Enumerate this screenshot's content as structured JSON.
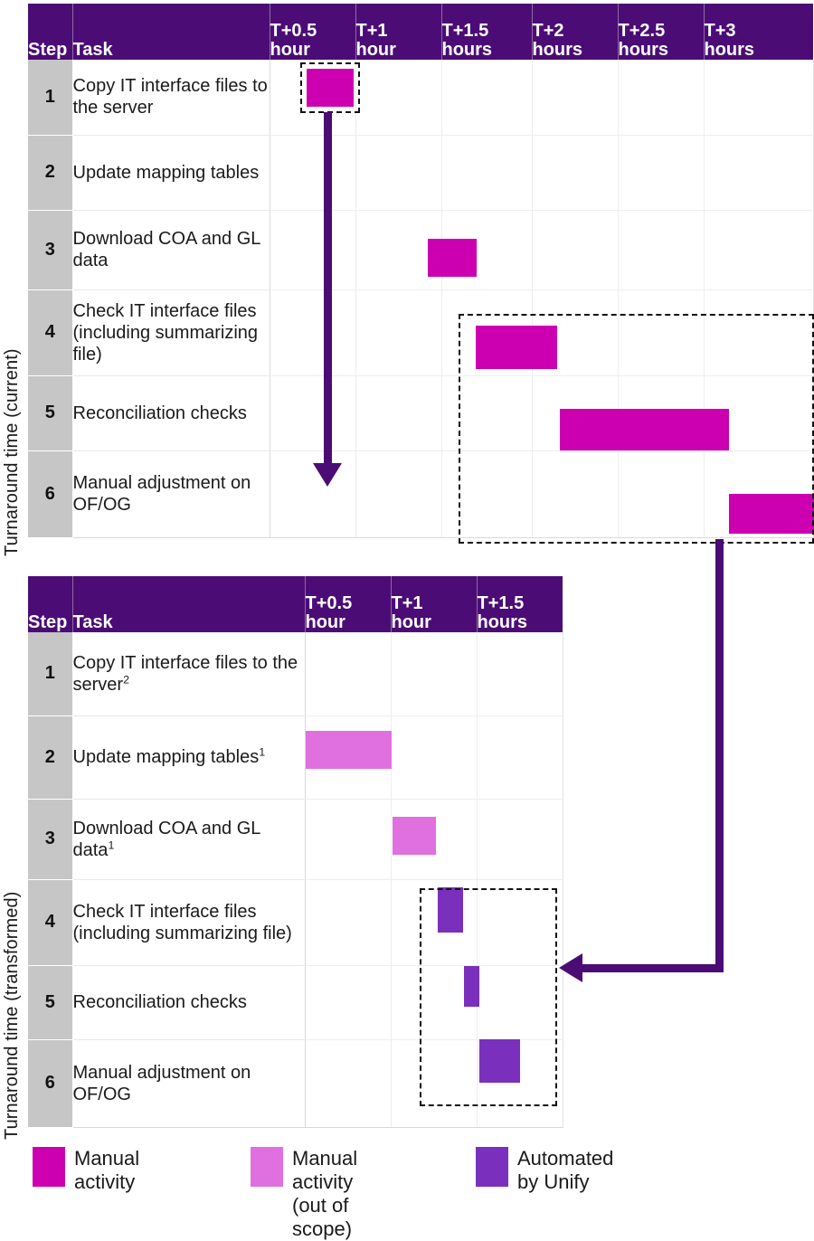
{
  "colors": {
    "header_purple": "#4B0D75",
    "step_grey": "#C6C6C6",
    "magenta": "#CC00B0",
    "pink": "#E070DF",
    "violet": "#7A30BC",
    "connector": "#4B0D75",
    "dashed_box": "#111111"
  },
  "chart_data": {
    "type": "bar",
    "title": "",
    "charts": [
      {
        "name": "current",
        "axis_label": "Turnaround time (current)",
        "columns": [
          "Step",
          "Task",
          "T+0.5 hour",
          "T+1 hour",
          "T+1.5 hours",
          "T+2 hours",
          "T+2.5 hours",
          "T+3 hours"
        ],
        "time_ticks": [
          "T+0.5\nhour",
          "T+1\nhour",
          "T+1.5\nhours",
          "T+2\nhours",
          "T+2.5\nhours",
          "T+3\nhours"
        ],
        "rows": [
          {
            "step": "1",
            "task": "Copy IT interface files to the server",
            "bar": {
              "start": 0.0,
              "end": 0.5,
              "kind": "manual"
            }
          },
          {
            "step": "2",
            "task": "Update mapping tables",
            "bar": null
          },
          {
            "step": "3",
            "task": "Download COA and GL data",
            "bar": {
              "start": 0.5,
              "end": 1.0,
              "kind": "manual"
            }
          },
          {
            "step": "4",
            "task": "Check IT interface files (including summarizing file)",
            "bar": {
              "start": 1.0,
              "end": 1.5,
              "kind": "manual"
            }
          },
          {
            "step": "5",
            "task": "Reconciliation checks",
            "bar": {
              "start": 1.5,
              "end": 2.5,
              "kind": "manual"
            }
          },
          {
            "step": "6",
            "task": "Manual adjustment on OF/OG",
            "bar": {
              "start": 2.5,
              "end": 3.0,
              "kind": "manual"
            }
          }
        ]
      },
      {
        "name": "transformed",
        "axis_label": "Turnaround time (transformed)",
        "columns": [
          "Step",
          "Task",
          "T+0.5 hour",
          "T+1 hour",
          "T+1.5 hours"
        ],
        "time_ticks": [
          "T+0.5\nhour",
          "T+1\nhour",
          "T+1.5\nhours"
        ],
        "rows": [
          {
            "step": "1",
            "task": "Copy IT interface files to the server",
            "task_sup": "2",
            "bar": null
          },
          {
            "step": "2",
            "task": "Update mapping tables",
            "task_sup": "1",
            "bar": {
              "start": 0.0,
              "end": 0.5,
              "kind": "manual-out-of-scope"
            }
          },
          {
            "step": "3",
            "task": "Download COA and GL data",
            "task_sup": "1",
            "bar": {
              "start": 0.5,
              "end": 0.75,
              "kind": "manual-out-of-scope"
            }
          },
          {
            "step": "4",
            "task": "Check IT interface files (including summarizing file)",
            "bar": {
              "start": 0.78,
              "end": 0.9,
              "kind": "automated"
            }
          },
          {
            "step": "5",
            "task": "Reconciliation checks",
            "bar": {
              "start": 0.92,
              "end": 1.0,
              "kind": "automated"
            }
          },
          {
            "step": "6",
            "task": "Manual adjustment on OF/OG",
            "bar": {
              "start": 1.0,
              "end": 1.22,
              "kind": "automated"
            }
          }
        ]
      }
    ],
    "legend": [
      {
        "label": "Manual activity",
        "color": "#CC00B0"
      },
      {
        "label": "Manual activity\n(out of scope)",
        "color": "#E070DF"
      },
      {
        "label": "Automated by Unify",
        "color": "#7A30BC"
      }
    ],
    "annotations": [
      {
        "kind": "dashed-box",
        "target": "current row 1 bar"
      },
      {
        "kind": "dashed-box",
        "target": "current rows 4-6 time range T+1.5 to T+3"
      },
      {
        "kind": "dashed-box",
        "target": "transformed rows 4-6 time range"
      },
      {
        "kind": "arrow-down",
        "from": "current row 1",
        "to": "current row 6"
      },
      {
        "kind": "arrow-left",
        "from": "current rows 4-6 box",
        "to": "transformed rows 4-6 box"
      }
    ]
  },
  "table1": {
    "axis_label": "Turnaround time (current)",
    "headers": {
      "step": "Step",
      "task": "Task",
      "times": [
        "T+0.5\nhour",
        "T+1\nhour",
        "T+1.5\nhours",
        "T+2\nhours",
        "T+2.5\nhours",
        "T+3\nhours"
      ]
    },
    "rows": [
      {
        "step": "1",
        "task": "Copy IT interface files to the server"
      },
      {
        "step": "2",
        "task": "Update mapping tables"
      },
      {
        "step": "3",
        "task": "Download COA and GL data"
      },
      {
        "step": "4",
        "task": "Check IT interface files (including summarizing file)"
      },
      {
        "step": "5",
        "task": "Reconciliation checks"
      },
      {
        "step": "6",
        "task": "Manual adjustment on OF/OG"
      }
    ]
  },
  "table2": {
    "axis_label": "Turnaround time (transformed)",
    "headers": {
      "step": "Step",
      "task": "Task",
      "times": [
        "T+0.5\nhour",
        "T+1\nhour",
        "T+1.5\nhours"
      ]
    },
    "rows": [
      {
        "step": "1",
        "task": "Copy IT interface files to the server",
        "sup": "2"
      },
      {
        "step": "2",
        "task": "Update mapping tables",
        "sup": "1"
      },
      {
        "step": "3",
        "task": "Download COA and GL data",
        "sup": "1"
      },
      {
        "step": "4",
        "task": "Check IT interface files (including summarizing file)",
        "sup": ""
      },
      {
        "step": "5",
        "task": "Reconciliation checks",
        "sup": ""
      },
      {
        "step": "6",
        "task": "Manual adjustment on OF/OG",
        "sup": ""
      }
    ]
  },
  "legend": {
    "items": [
      {
        "label": "Manual activity"
      },
      {
        "label": "Manual activity\n(out of scope)"
      },
      {
        "label": "Automated by Unify"
      }
    ]
  }
}
